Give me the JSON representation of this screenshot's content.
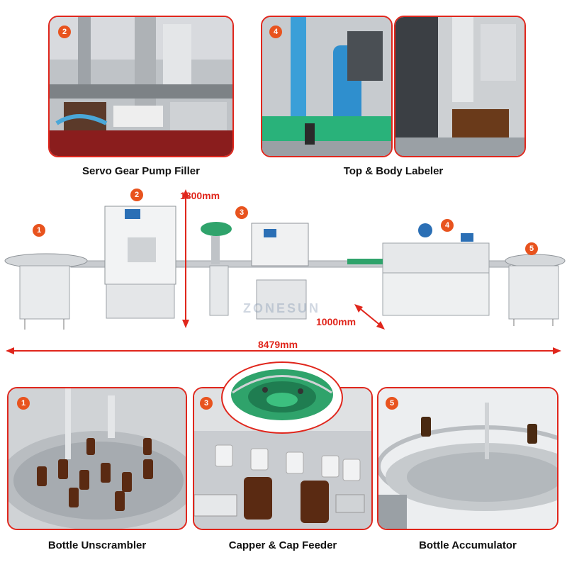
{
  "colors": {
    "accent": "#e0261c",
    "badge": "#e8531e",
    "steel": "#c9ccd0",
    "amber": "#5a2a12",
    "green": "#2fa36b"
  },
  "watermark": "ZONESUN",
  "top_panels": [
    {
      "badge": "2",
      "caption": "Servo Gear Pump Filler"
    },
    {
      "badge": "4",
      "caption": "Top & Body Labeler"
    }
  ],
  "line": {
    "stations": [
      {
        "badge": "1"
      },
      {
        "badge": "2"
      },
      {
        "badge": "3"
      },
      {
        "badge": "4"
      },
      {
        "badge": "5"
      }
    ],
    "height": "1800mm",
    "width": "1000mm",
    "length": "8479mm"
  },
  "bottom_panels": [
    {
      "badge": "1",
      "caption": "Bottle Unscrambler"
    },
    {
      "badge": "3",
      "caption": "Capper & Cap Feeder"
    },
    {
      "badge": "5",
      "caption": "Bottle Accumulator"
    }
  ]
}
